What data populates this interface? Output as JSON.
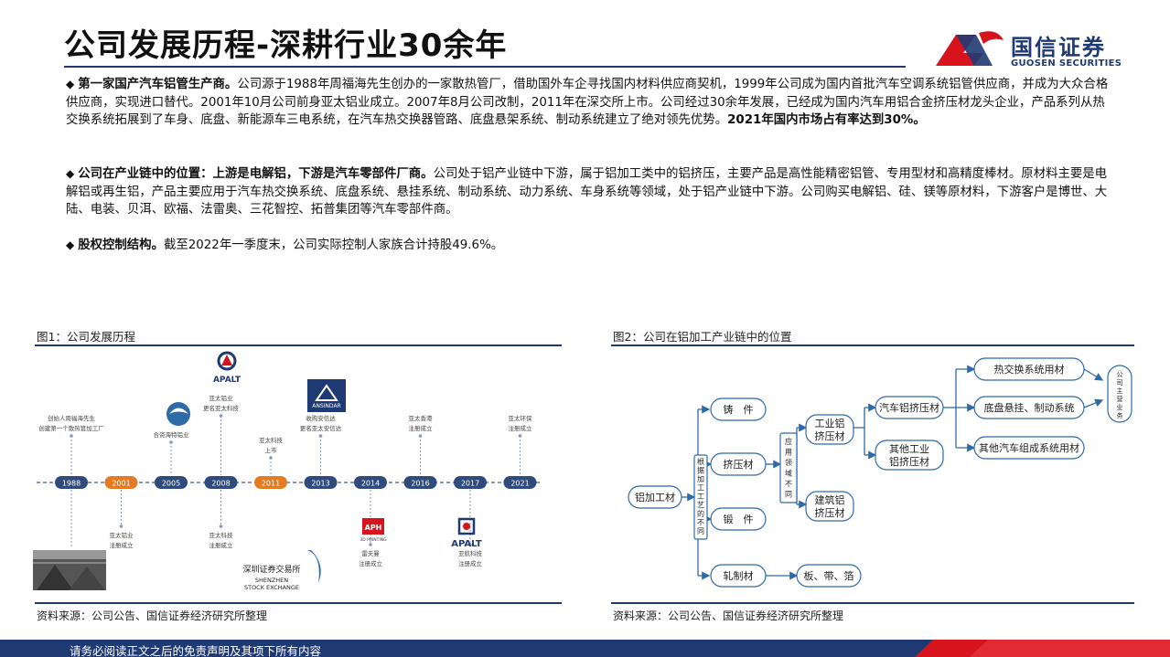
{
  "header": {
    "title": "公司发展历程-深耕行业30余年",
    "logo_cn": "国信证券",
    "logo_en": "GUOSEN SECURITIES"
  },
  "paragraphs": [
    {
      "bold": "第一家国产汽车铝管生产商。",
      "text": "公司源于1988年周福海先生创办的一家散热管厂，借助国外车企寻找国内材料供应商契机，1999年公司成为国内首批汽车空调系统铝管供应商，并成为大众合格供应商，实现进口替代。2001年10月公司前身亚太铝业成立。2007年8月公司改制，2011年在深交所上市。公司经过30余年发展，已经成为国内汽车用铝合金挤压材龙头企业，产品系列从热交换系统拓展到了车身、底盘、新能源车三电系统，在汽车热交换器管路、底盘悬架系统、制动系统建立了绝对领先优势。",
      "tail_bold": "2021年国内市场占有率达到30%。"
    },
    {
      "bold": "公司在产业链中的位置：上游是电解铝，下游是汽车零部件厂商。",
      "text": "公司处于铝产业链中下游，属于铝加工类中的铝挤压，主要产品是高性能精密铝管、专用型材和高精度棒材。原材料主要是电解铝或再生铝，产品主要应用于汽车热交换系统、底盘系统、悬挂系统、制动系统、动力系统、车身系统等领域，处于铝产业链中下游。公司购买电解铝、硅、镁等原材料，下游客户是博世、大陆、电装、贝洱、欧福、法雷奥、三花智控、拓普集团等汽车零部件商。",
      "tail_bold": ""
    },
    {
      "bold": "股权控制结构。",
      "text": "截至2022年一季度末，公司实际控制人家族合计持股49.6%。",
      "tail_bold": ""
    }
  ],
  "figure1": {
    "title": "图1：公司发展历程",
    "source": "资料来源：公司公告、国信证券经济研究所整理",
    "years": [
      "1988",
      "2001",
      "2005",
      "2008",
      "2011",
      "2013",
      "2014",
      "2016",
      "2017",
      "2021"
    ],
    "highlight_years": [
      "2001",
      "2011"
    ],
    "events_top": [
      {
        "year": "1988",
        "lines": [
          "创始人周福海先生",
          "创建第一个散热管加工厂"
        ]
      },
      {
        "year": "2005",
        "lines": [
          "合资海特铝业"
        ]
      },
      {
        "year": "2008",
        "lines": [
          "亚太铝业",
          "更名亚太科技"
        ]
      },
      {
        "year": "2011",
        "lines": [
          "亚太科技",
          "上市"
        ]
      },
      {
        "year": "2013",
        "lines": [
          "收购安信达",
          "更名亚太安信达"
        ]
      },
      {
        "year": "2016",
        "lines": [
          "亚太香港",
          "注册成立"
        ]
      },
      {
        "year": "2021",
        "lines": [
          "亚太环保",
          "注册成立"
        ]
      }
    ],
    "events_bottom": [
      {
        "year": "2001",
        "lines": [
          "亚太铝业",
          "注册成立"
        ]
      },
      {
        "year": "2008",
        "lines": [
          "亚太科技",
          "注册成立"
        ]
      },
      {
        "year": "2014",
        "lines": [
          "雷夫曼",
          "注册成立"
        ]
      },
      {
        "year": "2017",
        "lines": [
          "亚航科技",
          "注册成立"
        ]
      }
    ],
    "logos": {
      "apalt_top": "APALT",
      "ansindar": "ANSINDAR",
      "aph": "APH",
      "aph_sub": "3D PRINTING",
      "apalt_bottom": "APALT",
      "szse_cn": "深圳证券交易所",
      "szse_en1": "SHENZHEN",
      "szse_en2": "STOCK EXCHANGE"
    }
  },
  "figure2": {
    "title": "图2：公司在铝加工产业链中的位置",
    "source": "资料来源：公司公告、国信证券经济研究所整理",
    "root": "铝加工材",
    "method_label": [
      "根",
      "据",
      "加",
      "工",
      "工",
      "艺",
      "的",
      "不",
      "同"
    ],
    "methods": [
      "铸　件",
      "挤压材",
      "锻　件",
      "轧制材"
    ],
    "usage_label": [
      "应",
      "用",
      "领",
      "域",
      "不",
      "同"
    ],
    "extrusion": [
      "工业铝挤压材",
      "建筑铝挤压材"
    ],
    "rolled_output": "板、带、箔",
    "industrial": [
      "汽车铝挤压材",
      "其他工业铝挤压材"
    ],
    "auto_products": [
      "热交换系统用材",
      "底盘悬挂、制动系统",
      "其他汽车组成系统用材"
    ],
    "main_business": [
      "公",
      "司",
      "主",
      "营",
      "业",
      "务"
    ]
  },
  "footer": {
    "disclaimer": "请务必阅读正文之后的免责声明及其项下所有内容"
  },
  "colors": {
    "navy": "#1f3a73",
    "red": "#d7141e",
    "orange": "#e37b22",
    "timeline_blue": "#2e4b7c"
  }
}
